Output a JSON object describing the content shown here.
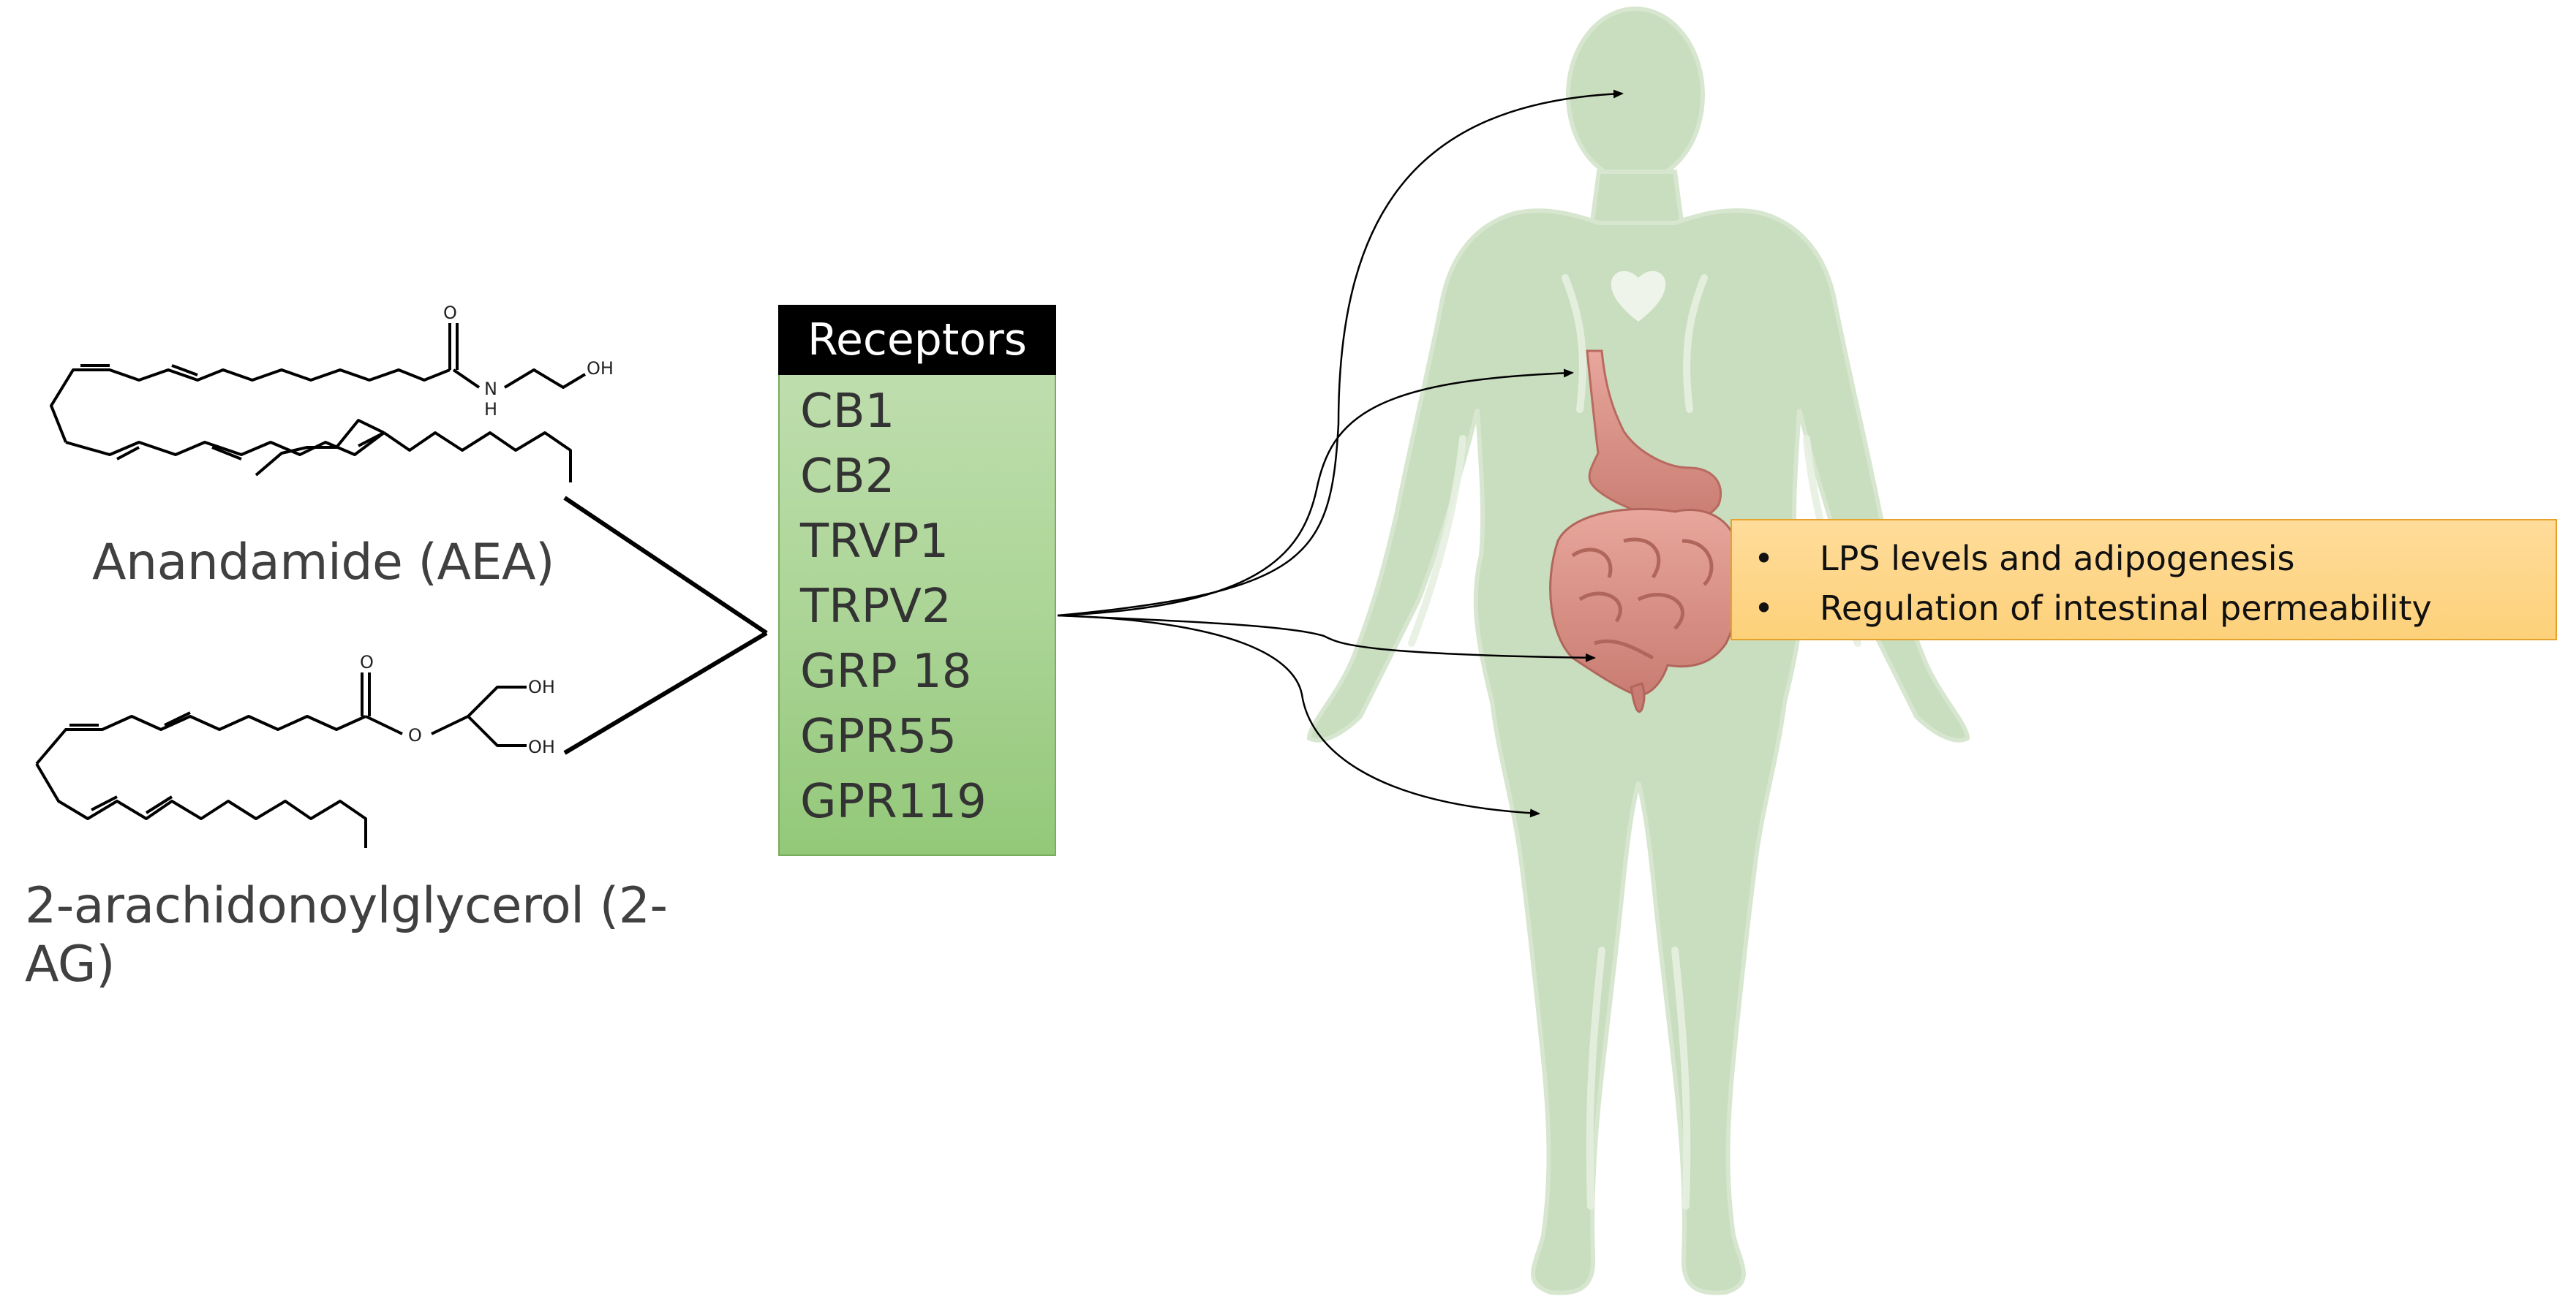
{
  "molecules": {
    "aea": {
      "name": "Anandamide (AEA)",
      "atoms": {
        "carbonyl_o": "O",
        "amide_n": "N",
        "amide_h": "H",
        "hydroxyl": "OH"
      }
    },
    "ag": {
      "name": "2-arachidonoylglycerol (2-AG)",
      "atoms": {
        "carbonyl_o": "O",
        "ester_o": "O",
        "hydroxyl_top": "OH",
        "hydroxyl_bottom": "OH"
      }
    }
  },
  "receptors": {
    "title": "Receptors",
    "items": [
      "CB1",
      "CB2",
      "TRVP1",
      "TRPV2",
      "GRP 18",
      "GPR55",
      "GPR119"
    ]
  },
  "effects": {
    "bullet": "•",
    "items": [
      "LPS levels and adipogenesis",
      "Regulation of intestinal permeability"
    ]
  },
  "colors": {
    "body_fill": "#c9ddbf",
    "receptor_fill": "#acd597",
    "receptor_header": "#000000",
    "effects_fill": "#fdd17a",
    "effects_border": "#e6a22d",
    "organ_pink": "#d98f86"
  }
}
